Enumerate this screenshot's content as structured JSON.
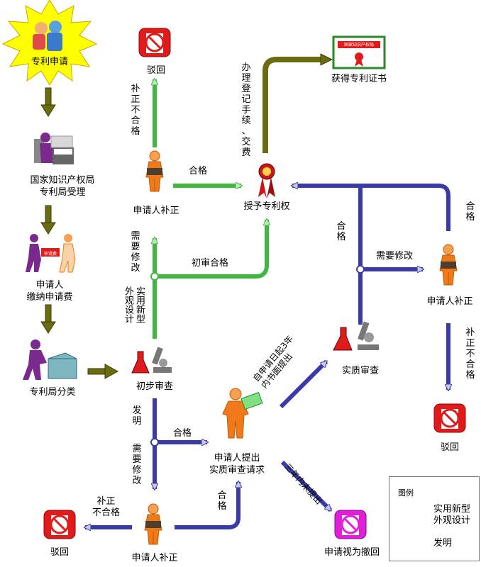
{
  "nodes": {
    "apply": "专利申请",
    "accept": "国家知识产权局\n专利局受理",
    "fee": "申请人\n缴纳申请费",
    "fee_tag": "申请费",
    "classify": "专利局分类",
    "prelim": "初步审查",
    "correct_top": "申请人补正",
    "reject_top": "驳回",
    "grant": "授予专利权",
    "certificate": "获得专利证书",
    "cert_header": "国家知识产权局",
    "substantive_request": "申请人提出\n实质审查请求",
    "substantive": "实质审查",
    "correct_right": "申请人补正",
    "reject_right": "驳回",
    "correct_bottom": "申请人补正",
    "reject_bottom": "驳回",
    "withdrawn": "申请视为撤回"
  },
  "edges": {
    "fail_correction_top": "补正不合格",
    "pass_top": "合格",
    "register_fee": "办理登记手续、交费",
    "need_modify_left": "需要修改",
    "prelim_pass": "初审合格",
    "utility_design": "实用新型\n外观设计",
    "pass_substantive": "合格",
    "need_modify_right": "需要修改",
    "pass_right": "合格",
    "fail_correction_right": "补正不合格",
    "invention": "发明",
    "pass_invention": "合格",
    "need_modify_bottom": "需要修改",
    "fail_correction_bottom": "补正\n不合格",
    "pass_bottom": "合格",
    "within3": "自申请日起3年\n内书面提出",
    "not_within3": "三年内未提出"
  },
  "legend": {
    "title": "图例",
    "green": "实用新型\n外观设计",
    "blue": "发明"
  },
  "colors": {
    "green_line": "#3fb83f",
    "blue_line": "#3a3aa8",
    "olive_arrow": "#6b6b12",
    "person_orange": "#f07a1a",
    "person_purple": "#7a2a8c",
    "reject_red": "#e01b1b",
    "withdrawn_magenta": "#e020d8",
    "star_yellow": "#ffff00"
  }
}
